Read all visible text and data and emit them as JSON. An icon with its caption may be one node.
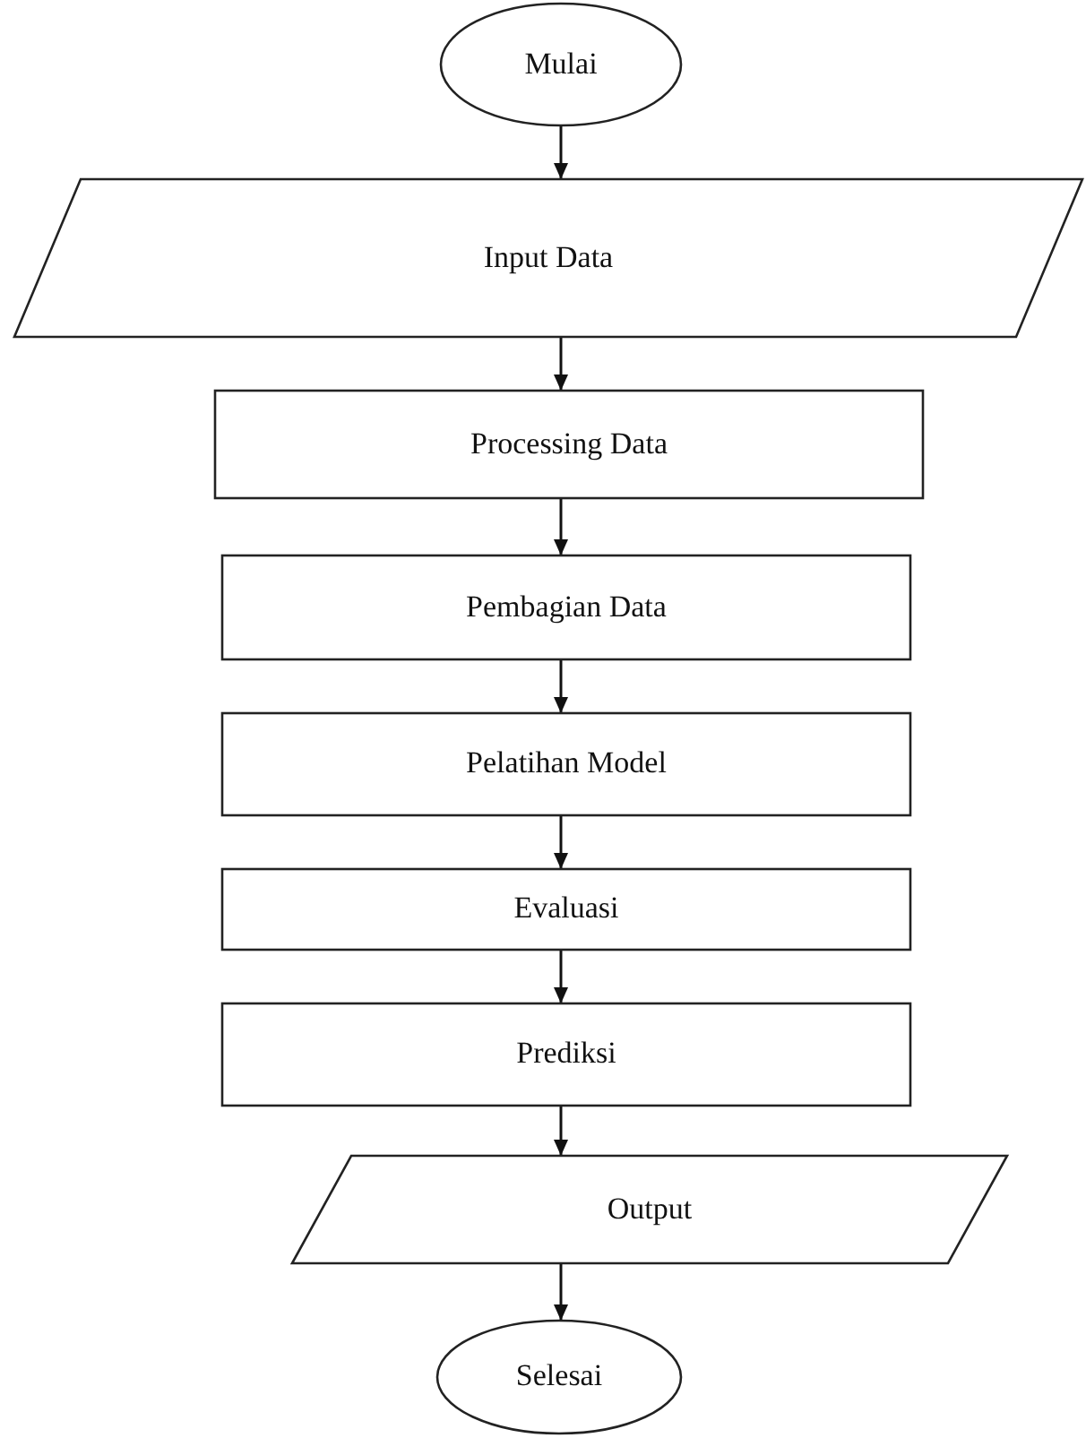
{
  "diagram": {
    "nodes": [
      {
        "text": [
          "Mulai"
        ]
      },
      {
        "text": [
          "Input Data"
        ]
      },
      {
        "text": [
          "Processing Data"
        ]
      },
      {
        "text": [
          "Pembagian Data"
        ]
      },
      {
        "text": [
          "Pelatihan Model"
        ]
      },
      {
        "text": [
          "Evaluasi"
        ]
      },
      {
        "text": [
          "Prediksi"
        ]
      },
      {
        "text": [
          "Output"
        ]
      },
      {
        "text": [
          "Selesai"
        ]
      }
    ],
    "edges": [
      {
        "from": 0,
        "to": 1,
        "arrow": "to"
      },
      {
        "from": 1,
        "to": 2,
        "arrow": "to"
      },
      {
        "from": 2,
        "to": 3,
        "arrow": "to"
      },
      {
        "from": 3,
        "to": 4,
        "arrow": "to"
      },
      {
        "from": 4,
        "to": 5,
        "arrow": "to"
      },
      {
        "from": 5,
        "to": 6,
        "arrow": "to"
      },
      {
        "from": 6,
        "to": 7,
        "arrow": "to"
      },
      {
        "from": 7,
        "to": 8,
        "arrow": "to"
      }
    ]
  }
}
